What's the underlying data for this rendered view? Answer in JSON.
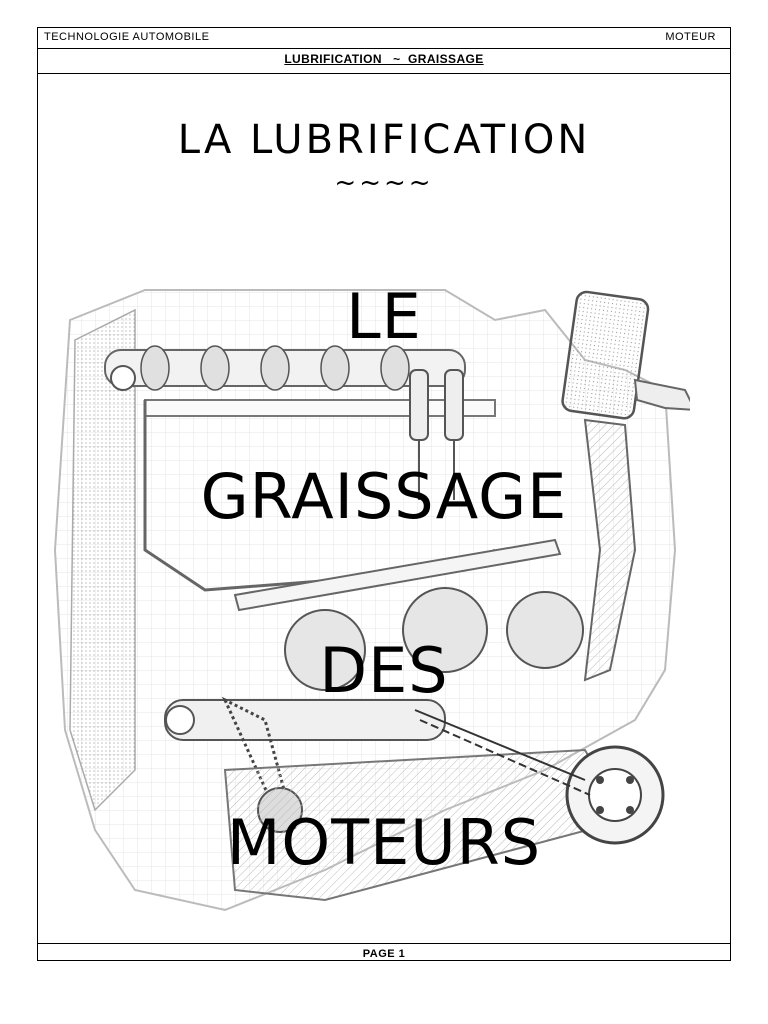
{
  "header": {
    "left": "TECHNOLOGIE  AUTOMOBILE",
    "right": "MOTEUR"
  },
  "subheader": {
    "title": "LUBRIFICATION   ~  GRAISSAGE"
  },
  "main": {
    "title": "LA  LUBRIFICATION",
    "tilde": "~~~~",
    "words": [
      "LE",
      "GRAISSAGE",
      "DES",
      "MOTEURS"
    ]
  },
  "illustration": {
    "icon": "engine-lubrication-cutaway-icon"
  },
  "footer": {
    "page": "PAGE 1"
  }
}
